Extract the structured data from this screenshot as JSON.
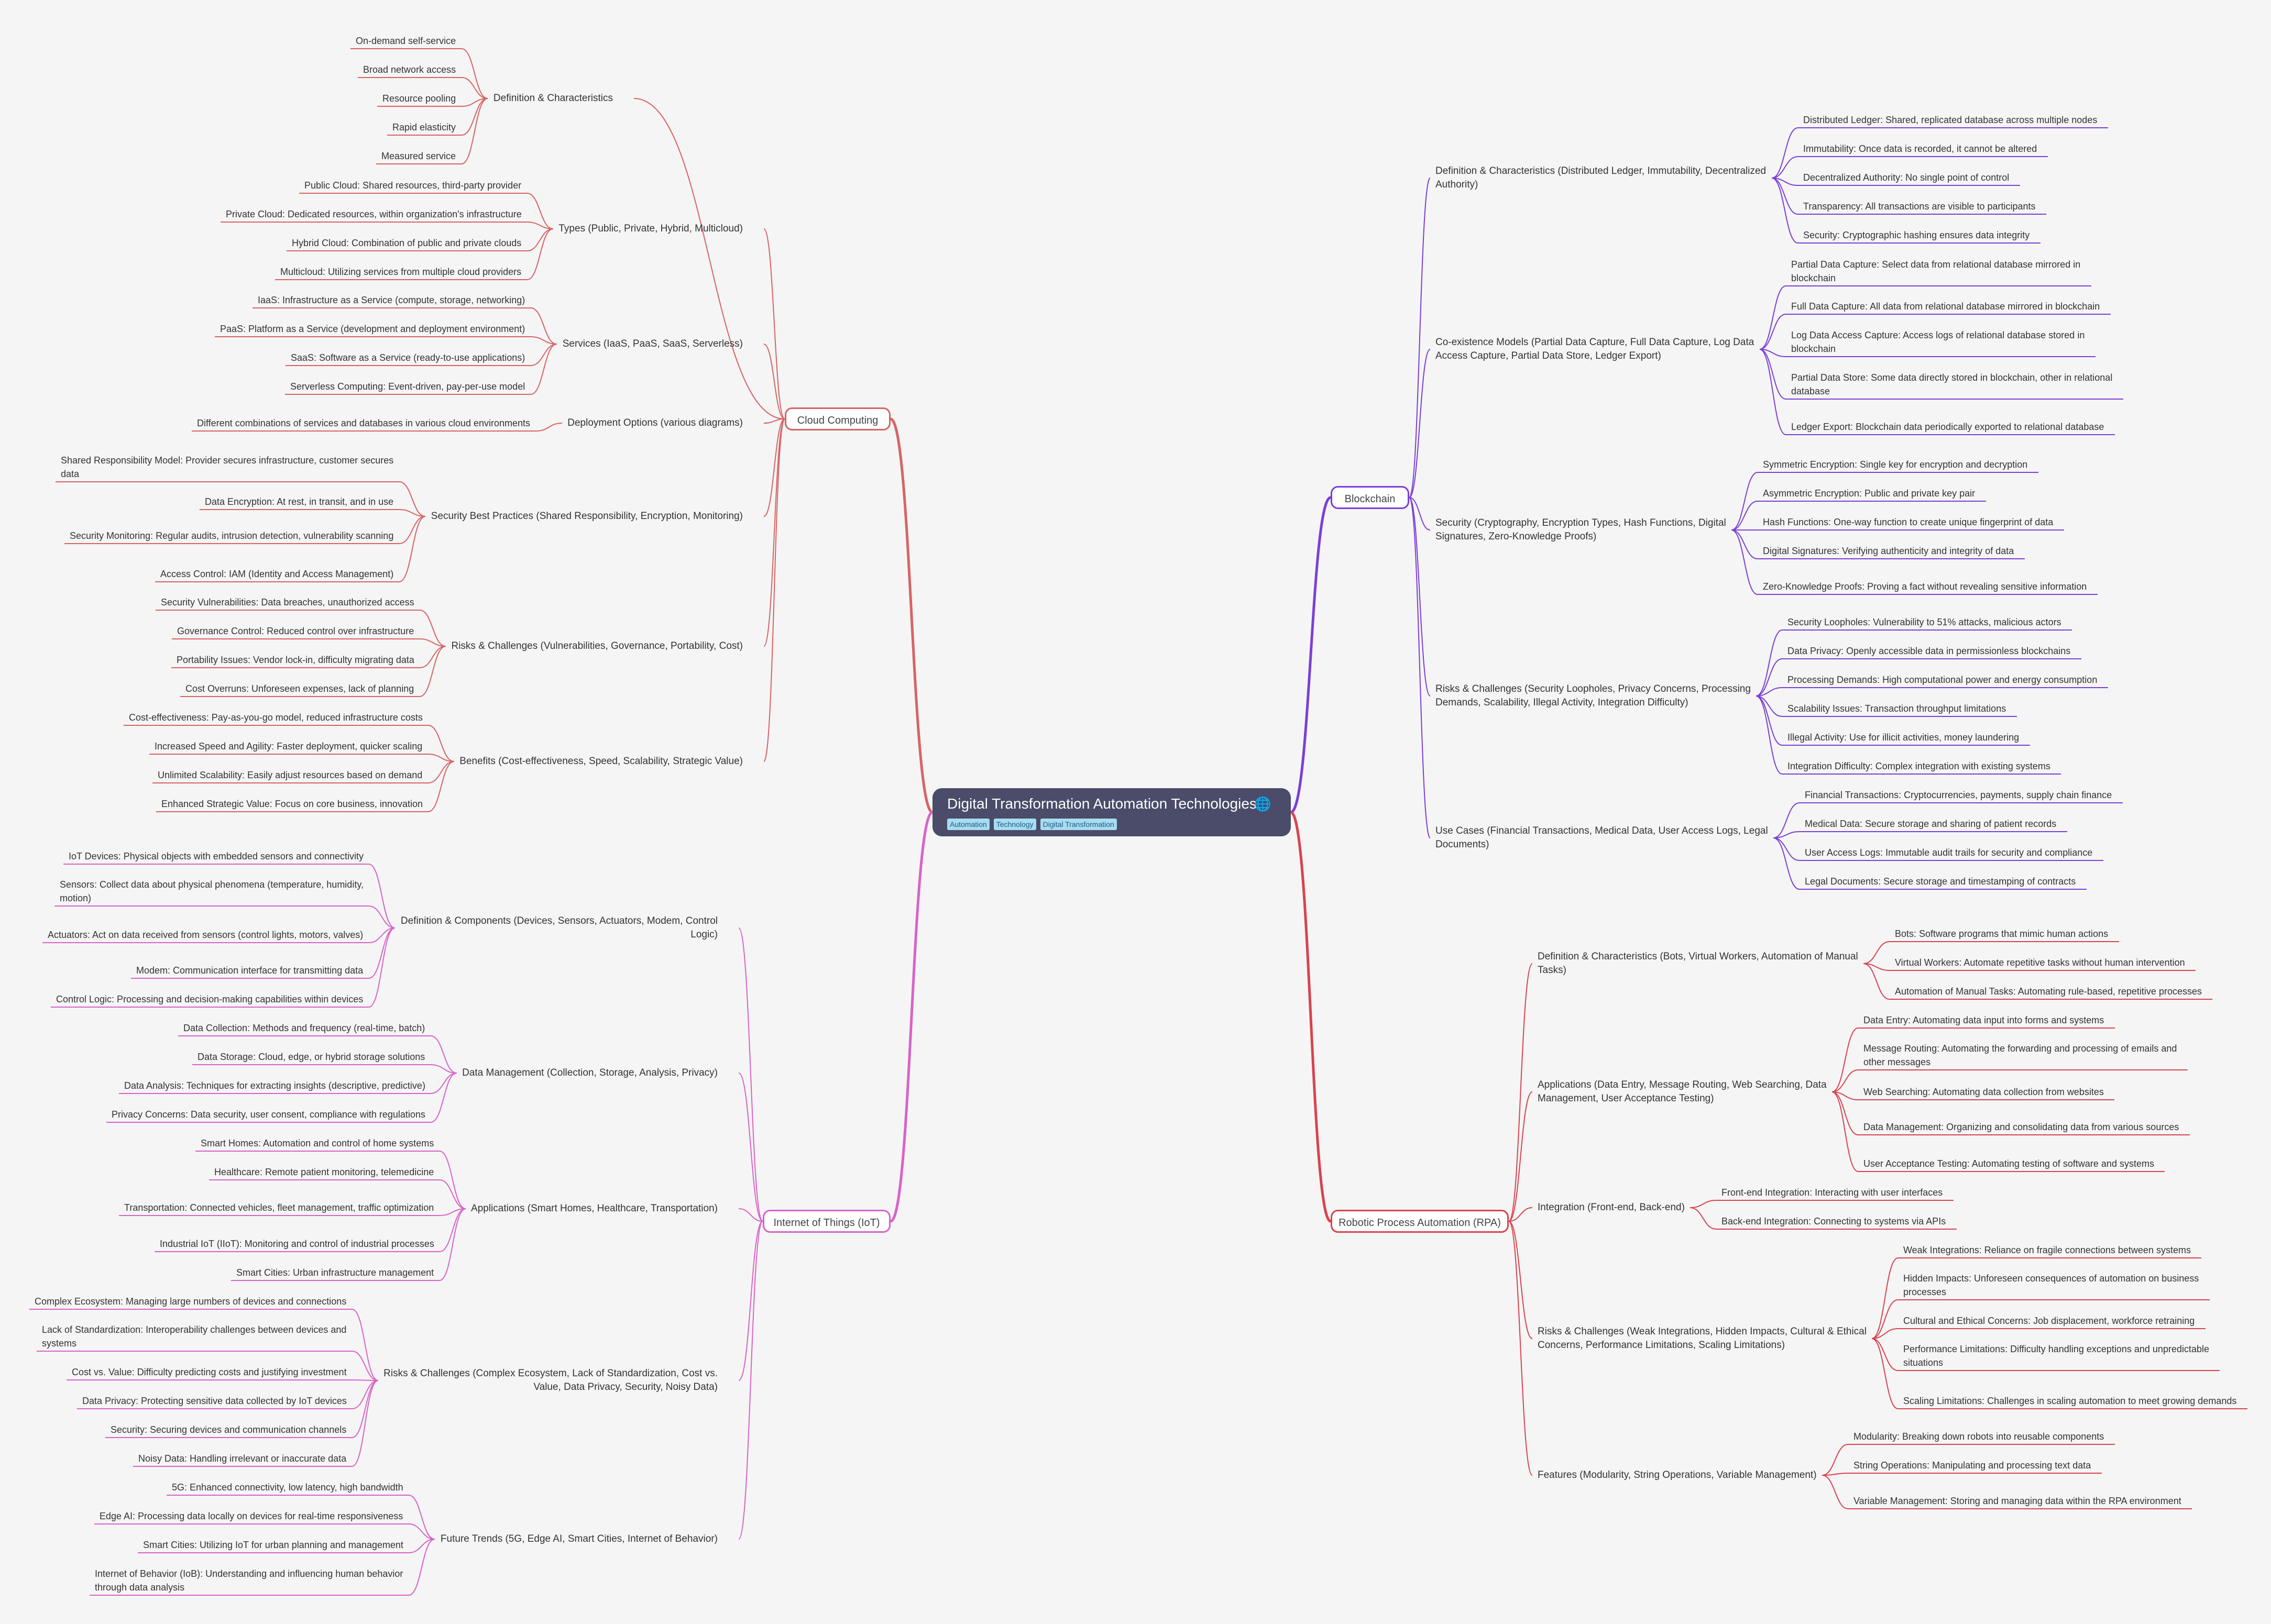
{
  "root": {
    "title": "Digital Transformation Automation Technologies",
    "icon": "globe-icon",
    "icon_glyph": "🌐",
    "tags": [
      "Automation",
      "Technology",
      "Digital Transformation"
    ]
  },
  "colors": {
    "cloud": "#d66464",
    "iot": "#d863c6",
    "blockchain": "#7a3fd6",
    "rpa": "#d8434e",
    "root_bg": "#4a4c69",
    "tag_bg": "#a8dcf0"
  },
  "branches": [
    {
      "label": "Cloud Computing",
      "children": [
        {
          "label": "Definition & Characteristics",
          "children": [
            {
              "label": "On-demand self-service"
            },
            {
              "label": "Broad network access"
            },
            {
              "label": "Resource pooling"
            },
            {
              "label": "Rapid elasticity"
            },
            {
              "label": "Measured service"
            }
          ]
        },
        {
          "label": "Types (Public, Private, Hybrid, Multicloud)",
          "children": [
            {
              "label": "Public Cloud: Shared resources, third-party provider"
            },
            {
              "label": "Private Cloud: Dedicated resources, within organization's infrastructure"
            },
            {
              "label": "Hybrid Cloud: Combination of public and private clouds"
            },
            {
              "label": "Multicloud: Utilizing services from multiple cloud providers"
            }
          ]
        },
        {
          "label": "Services (IaaS, PaaS, SaaS, Serverless)",
          "children": [
            {
              "label": "IaaS: Infrastructure as a Service (compute, storage, networking)"
            },
            {
              "label": "PaaS: Platform as a Service (development and deployment environment)"
            },
            {
              "label": "SaaS: Software as a Service (ready-to-use applications)"
            },
            {
              "label": "Serverless Computing: Event-driven, pay-per-use model"
            }
          ]
        },
        {
          "label": "Deployment Options (various diagrams)",
          "children": [
            {
              "label": "Different combinations of services and databases in various cloud environments"
            }
          ]
        },
        {
          "label": "Security Best Practices (Shared Responsibility, Encryption, Monitoring)",
          "children": [
            {
              "label": "Shared Responsibility Model: Provider secures infrastructure, customer secures data"
            },
            {
              "label": "Data Encryption: At rest, in transit, and in use"
            },
            {
              "label": "Security Monitoring: Regular audits, intrusion detection, vulnerability scanning"
            },
            {
              "label": "Access Control: IAM (Identity and Access Management)"
            }
          ]
        },
        {
          "label": "Risks & Challenges (Vulnerabilities, Governance, Portability, Cost)",
          "children": [
            {
              "label": "Security Vulnerabilities: Data breaches, unauthorized access"
            },
            {
              "label": "Governance Control: Reduced control over infrastructure"
            },
            {
              "label": "Portability Issues: Vendor lock-in, difficulty migrating data"
            },
            {
              "label": "Cost Overruns: Unforeseen expenses, lack of planning"
            }
          ]
        },
        {
          "label": "Benefits (Cost-effectiveness, Speed, Scalability, Strategic Value)",
          "children": [
            {
              "label": "Cost-effectiveness: Pay-as-you-go model, reduced infrastructure costs"
            },
            {
              "label": "Increased Speed and Agility: Faster deployment, quicker scaling"
            },
            {
              "label": "Unlimited Scalability: Easily adjust resources based on demand"
            },
            {
              "label": "Enhanced Strategic Value: Focus on core business, innovation"
            }
          ]
        }
      ]
    },
    {
      "label": "Internet of Things (IoT)",
      "children": [
        {
          "label": "Definition & Components (Devices, Sensors, Actuators, Modem, Control Logic)",
          "children": [
            {
              "label": "IoT Devices: Physical objects with embedded sensors and connectivity"
            },
            {
              "label": "Sensors: Collect data about physical phenomena (temperature, humidity, motion)"
            },
            {
              "label": "Actuators: Act on data received from sensors (control lights, motors, valves)"
            },
            {
              "label": "Modem: Communication interface for transmitting data"
            },
            {
              "label": "Control Logic: Processing and decision-making capabilities within devices"
            }
          ]
        },
        {
          "label": "Data Management (Collection, Storage, Analysis, Privacy)",
          "children": [
            {
              "label": "Data Collection: Methods and frequency (real-time, batch)"
            },
            {
              "label": "Data Storage: Cloud, edge, or hybrid storage solutions"
            },
            {
              "label": "Data Analysis: Techniques for extracting insights (descriptive, predictive)"
            },
            {
              "label": "Privacy Concerns: Data security, user consent, compliance with regulations"
            }
          ]
        },
        {
          "label": "Applications (Smart Homes, Healthcare, Transportation)",
          "children": [
            {
              "label": "Smart Homes: Automation and control of home systems"
            },
            {
              "label": "Healthcare: Remote patient monitoring, telemedicine"
            },
            {
              "label": "Transportation: Connected vehicles, fleet management, traffic optimization"
            },
            {
              "label": "Industrial IoT (IIoT): Monitoring and control of industrial processes"
            },
            {
              "label": "Smart Cities: Urban infrastructure management"
            }
          ]
        },
        {
          "label": "Risks & Challenges (Complex Ecosystem, Lack of Standardization, Cost vs. Value, Data Privacy, Security, Noisy Data)",
          "children": [
            {
              "label": "Complex Ecosystem: Managing large numbers of devices and connections"
            },
            {
              "label": "Lack of Standardization: Interoperability challenges between devices and systems"
            },
            {
              "label": "Cost vs. Value: Difficulty predicting costs and justifying investment"
            },
            {
              "label": "Data Privacy: Protecting sensitive data collected by IoT devices"
            },
            {
              "label": "Security: Securing devices and communication channels"
            },
            {
              "label": "Noisy Data: Handling irrelevant or inaccurate data"
            }
          ]
        },
        {
          "label": "Future Trends (5G, Edge AI, Smart Cities, Internet of Behavior)",
          "children": [
            {
              "label": "5G: Enhanced connectivity, low latency, high bandwidth"
            },
            {
              "label": "Edge AI: Processing data locally on devices for real-time responsiveness"
            },
            {
              "label": "Smart Cities: Utilizing IoT for urban planning and management"
            },
            {
              "label": "Internet of Behavior (IoB): Understanding and influencing human behavior through data analysis"
            }
          ]
        }
      ]
    },
    {
      "label": "Blockchain",
      "children": [
        {
          "label": "Definition & Characteristics (Distributed Ledger, Immutability, Decentralized Authority)",
          "children": [
            {
              "label": "Distributed Ledger: Shared, replicated database across multiple nodes"
            },
            {
              "label": "Immutability: Once data is recorded, it cannot be altered"
            },
            {
              "label": "Decentralized Authority: No single point of control"
            },
            {
              "label": "Transparency: All transactions are visible to participants"
            },
            {
              "label": "Security: Cryptographic hashing ensures data integrity"
            }
          ]
        },
        {
          "label": "Co-existence Models (Partial Data Capture, Full Data Capture, Log Data Access Capture, Partial Data Store, Ledger Export)",
          "children": [
            {
              "label": "Partial Data Capture: Select data from relational database mirrored in blockchain"
            },
            {
              "label": "Full Data Capture: All data from relational database mirrored in blockchain"
            },
            {
              "label": "Log Data Access Capture: Access logs of relational database stored in blockchain"
            },
            {
              "label": "Partial Data Store: Some data directly stored in blockchain, other in relational database"
            },
            {
              "label": "Ledger Export: Blockchain data periodically exported to relational database"
            }
          ]
        },
        {
          "label": "Security (Cryptography, Encryption Types, Hash Functions, Digital Signatures, Zero-Knowledge Proofs)",
          "children": [
            {
              "label": "Symmetric Encryption: Single key for encryption and decryption"
            },
            {
              "label": "Asymmetric Encryption: Public and private key pair"
            },
            {
              "label": "Hash Functions: One-way function to create unique fingerprint of data"
            },
            {
              "label": "Digital Signatures: Verifying authenticity and integrity of data"
            },
            {
              "label": "Zero-Knowledge Proofs: Proving a fact without revealing sensitive information"
            }
          ]
        },
        {
          "label": "Risks & Challenges (Security Loopholes, Privacy Concerns, Processing Demands, Scalability, Illegal Activity, Integration Difficulty)",
          "children": [
            {
              "label": "Security Loopholes: Vulnerability to 51% attacks, malicious actors"
            },
            {
              "label": "Data Privacy: Openly accessible data in permissionless blockchains"
            },
            {
              "label": "Processing Demands: High computational power and energy consumption"
            },
            {
              "label": "Scalability Issues: Transaction throughput limitations"
            },
            {
              "label": "Illegal Activity: Use for illicit activities, money laundering"
            },
            {
              "label": "Integration Difficulty: Complex integration with existing systems"
            }
          ]
        },
        {
          "label": "Use Cases (Financial Transactions, Medical Data, User Access Logs, Legal Documents)",
          "children": [
            {
              "label": "Financial Transactions: Cryptocurrencies, payments, supply chain finance"
            },
            {
              "label": "Medical Data: Secure storage and sharing of patient records"
            },
            {
              "label": "User Access Logs: Immutable audit trails for security and compliance"
            },
            {
              "label": "Legal Documents: Secure storage and timestamping of contracts"
            }
          ]
        }
      ]
    },
    {
      "label": "Robotic Process Automation (RPA)",
      "children": [
        {
          "label": "Definition & Characteristics (Bots, Virtual Workers, Automation of Manual Tasks)",
          "children": [
            {
              "label": "Bots: Software programs that mimic human actions"
            },
            {
              "label": "Virtual Workers: Automate repetitive tasks without human intervention"
            },
            {
              "label": "Automation of Manual Tasks: Automating rule-based, repetitive processes"
            }
          ]
        },
        {
          "label": "Applications (Data Entry, Message Routing, Web Searching, Data Management, User Acceptance Testing)",
          "children": [
            {
              "label": "Data Entry: Automating data input into forms and systems"
            },
            {
              "label": "Message Routing: Automating the forwarding and processing of emails and other messages"
            },
            {
              "label": "Web Searching: Automating data collection from websites"
            },
            {
              "label": "Data Management: Organizing and consolidating data from various sources"
            },
            {
              "label": "User Acceptance Testing: Automating testing of software and systems"
            }
          ]
        },
        {
          "label": "Integration (Front-end, Back-end)",
          "children": [
            {
              "label": "Front-end Integration: Interacting with user interfaces"
            },
            {
              "label": "Back-end Integration: Connecting to systems via APIs"
            }
          ]
        },
        {
          "label": "Risks & Challenges (Weak Integrations, Hidden Impacts, Cultural & Ethical Concerns, Performance Limitations, Scaling Limitations)",
          "children": [
            {
              "label": "Weak Integrations: Reliance on fragile connections between systems"
            },
            {
              "label": "Hidden Impacts: Unforeseen consequences of automation on business processes"
            },
            {
              "label": "Cultural and Ethical Concerns: Job displacement, workforce retraining"
            },
            {
              "label": "Performance Limitations: Difficulty handling exceptions and unpredictable situations"
            },
            {
              "label": "Scaling Limitations: Challenges in scaling automation to meet growing demands"
            }
          ]
        },
        {
          "label": "Features (Modularity, String Operations, Variable Management)",
          "children": [
            {
              "label": "Modularity: Breaking down robots into reusable components"
            },
            {
              "label": "String Operations: Manipulating and processing text data"
            },
            {
              "label": "Variable Management: Storing and managing data within the RPA environment"
            }
          ]
        }
      ]
    }
  ]
}
